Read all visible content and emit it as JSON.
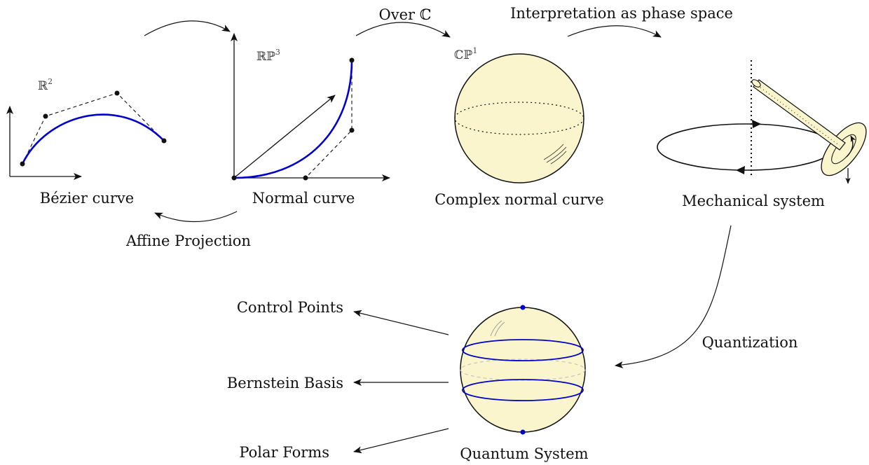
{
  "labels": {
    "bezier_curve": "Bézier curve",
    "normal_curve": "Normal curve",
    "complex_normal_curve": "Complex normal curve",
    "mechanical_system": "Mechanical system",
    "quantum_system": "Quantum System",
    "affine_projection": "Affine Projection",
    "over_c": "Over ℂ",
    "interpretation": "Interpretation as phase space",
    "quantization": "Quantization",
    "control_points": "Control Points",
    "bernstein_basis": "Bernstein Basis",
    "polar_forms": "Polar Forms"
  },
  "spaces": {
    "r2": "ℝ",
    "r2_exp": "2",
    "rp3": "ℝℙ",
    "rp3_exp": "3",
    "cp1": "ℂℙ",
    "cp1_exp": "1"
  },
  "colors": {
    "curve_blue": "#0000cc",
    "sphere_fill": "#faf5cc",
    "ink": "#111111"
  }
}
